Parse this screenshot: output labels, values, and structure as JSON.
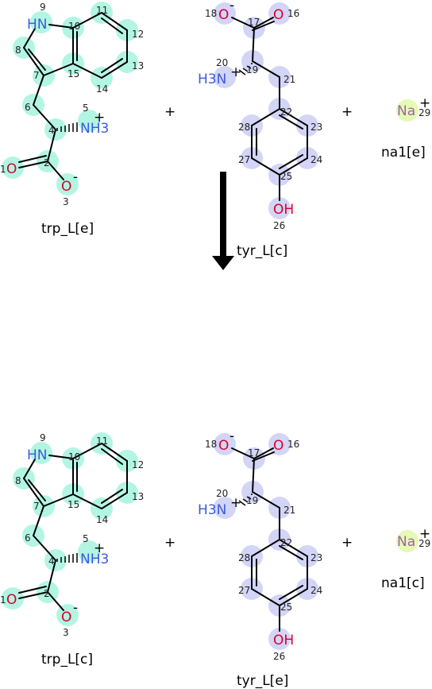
{
  "reaction": {
    "operator_plus": "+",
    "reactants": {
      "trp": {
        "label": "trp_L[e]"
      },
      "tyr": {
        "label": "tyr_L[c]"
      },
      "na": {
        "label": "na1[e]"
      }
    },
    "products": {
      "trp": {
        "label": "trp_L[c]"
      },
      "tyr": {
        "label": "tyr_L[e]"
      },
      "na": {
        "label": "na1[c]"
      }
    }
  },
  "atoms": {
    "N_indole": "HN",
    "N_amine": "NH3",
    "O_carbonyl": "O",
    "O_carboxylate": "O",
    "charge_plus": "+",
    "charge_minus": "-",
    "N_tyr": "H3N",
    "OH": "OH",
    "Na": "Na"
  },
  "atom_numbers": {
    "trp": [
      "9",
      "10",
      "11",
      "12",
      "13",
      "14",
      "15",
      "8",
      "7",
      "6",
      "5",
      "4",
      "1",
      "2",
      "3"
    ],
    "tyr": [
      "18",
      "17",
      "16",
      "20",
      "19",
      "21",
      "22",
      "23",
      "24",
      "25",
      "26",
      "27",
      "28"
    ],
    "na": "29"
  },
  "colors": {
    "trp_highlight": "#b3f5e3",
    "tyr_highlight": "#d3d5f7",
    "na_highlight": "#e6f9b5",
    "nitrogen": "#3b5bdb",
    "oxygen": "#d6002a",
    "sodium": "#9a63a8"
  }
}
